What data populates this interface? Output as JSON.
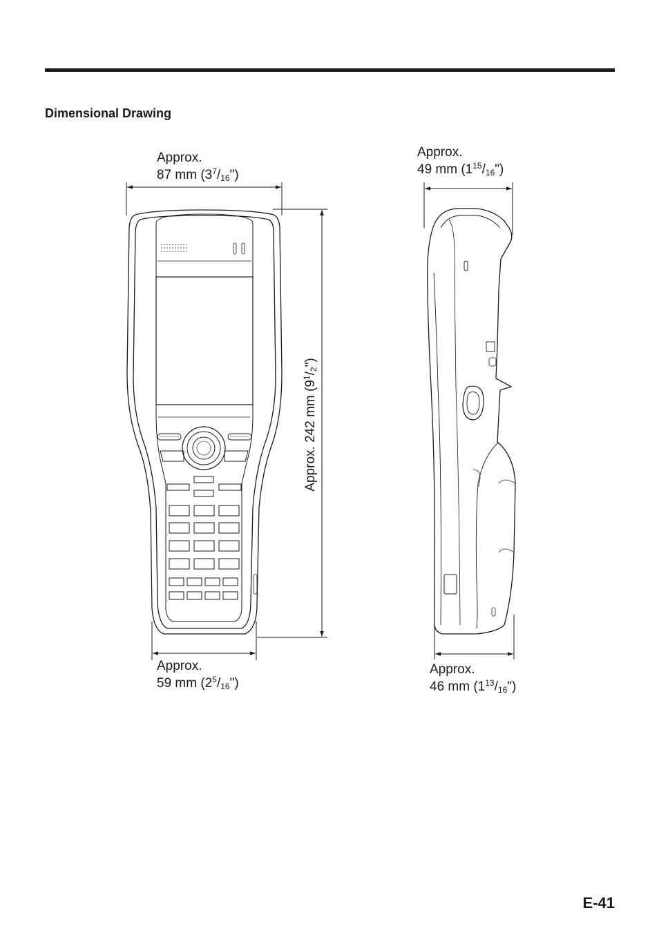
{
  "page": {
    "section_title": "Dimensional Drawing",
    "page_number": "E-41"
  },
  "front_view": {
    "width_top": {
      "prefix": "Approx.",
      "value": "87 mm (3",
      "sup": "7",
      "sub": "16",
      "suffix": "\")"
    },
    "width_bottom": {
      "prefix": "Approx.",
      "value": "59 mm (2",
      "sup": "5",
      "sub": "16",
      "suffix": "\")"
    },
    "height": {
      "value": "Approx. 242 mm (9",
      "sup": "1",
      "sub": "2",
      "suffix": "\")"
    }
  },
  "side_view": {
    "depth_top": {
      "prefix": "Approx.",
      "value": "49 mm (1",
      "sup": "15",
      "sub": "16",
      "suffix": "\")"
    },
    "depth_bottom": {
      "prefix": "Approx.",
      "value": "46 mm (1",
      "sup": "13",
      "sub": "16",
      "suffix": "\")"
    }
  }
}
